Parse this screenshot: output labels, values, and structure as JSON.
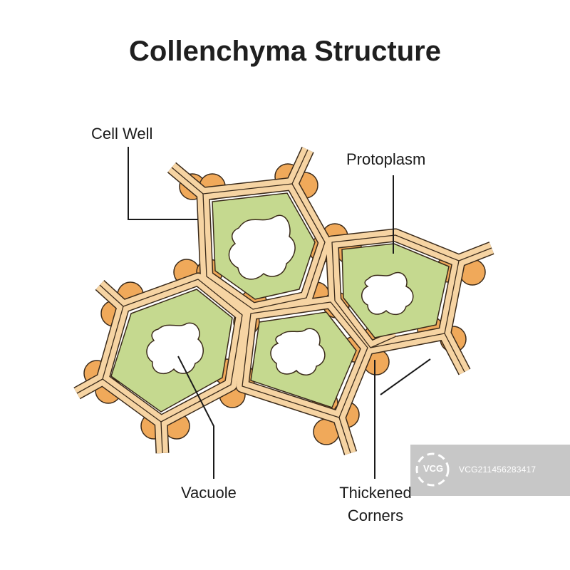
{
  "title": "Collenchyma Structure",
  "labels": {
    "cell_wall": "Cell Well",
    "protoplasm": "Protoplasm",
    "vacuole": "Vacuole",
    "thickened_corners_line1": "Thickened",
    "thickened_corners_line2": "Corners"
  },
  "watermark": {
    "brand": "VCG",
    "id": "VCG211456283417"
  },
  "colors": {
    "protoplasm": "#c5d98f",
    "protoplasm_dark": "#b3cc78",
    "cell_wall": "#f6d4a3",
    "cell_wall_outline": "#3a2a1a",
    "thickened_corner": "#f0a95a",
    "vacuole": "#ffffff",
    "leader_line": "#1a1a1a"
  }
}
